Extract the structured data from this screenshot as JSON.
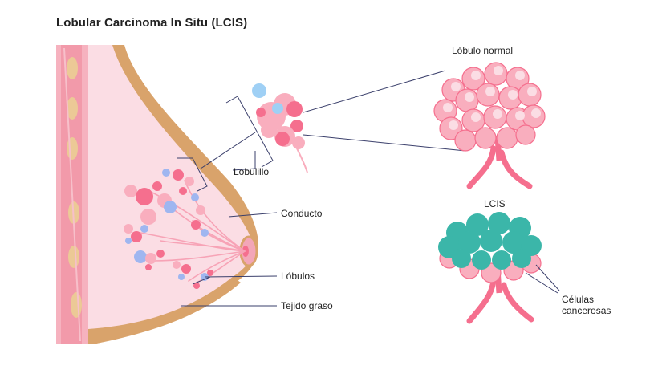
{
  "title": "Lobular Carcinoma In Situ (LCIS)",
  "labels": {
    "normal_lobule": "Lóbulo normal",
    "lcis": "LCIS",
    "lobulillo": "Lobulillo",
    "conducto": "Conducto",
    "lobulos": "Lóbulos",
    "tejido_graso": "Tejido graso",
    "celulas_line1": "Células",
    "celulas_line2": "cancerosas"
  },
  "colors": {
    "skin": "#d9a36b",
    "breast": "#fbdde4",
    "chest_wall": "#f29aaa",
    "rib_fat": "#ecc996",
    "lobule_pink": "#f56f8e",
    "lobule_light": "#f9aebe",
    "duct": "#f7a3b6",
    "cancer_teal": "#3bb6a9",
    "blue_cell": "#9fb6f0",
    "line": "#3a3f6b"
  }
}
